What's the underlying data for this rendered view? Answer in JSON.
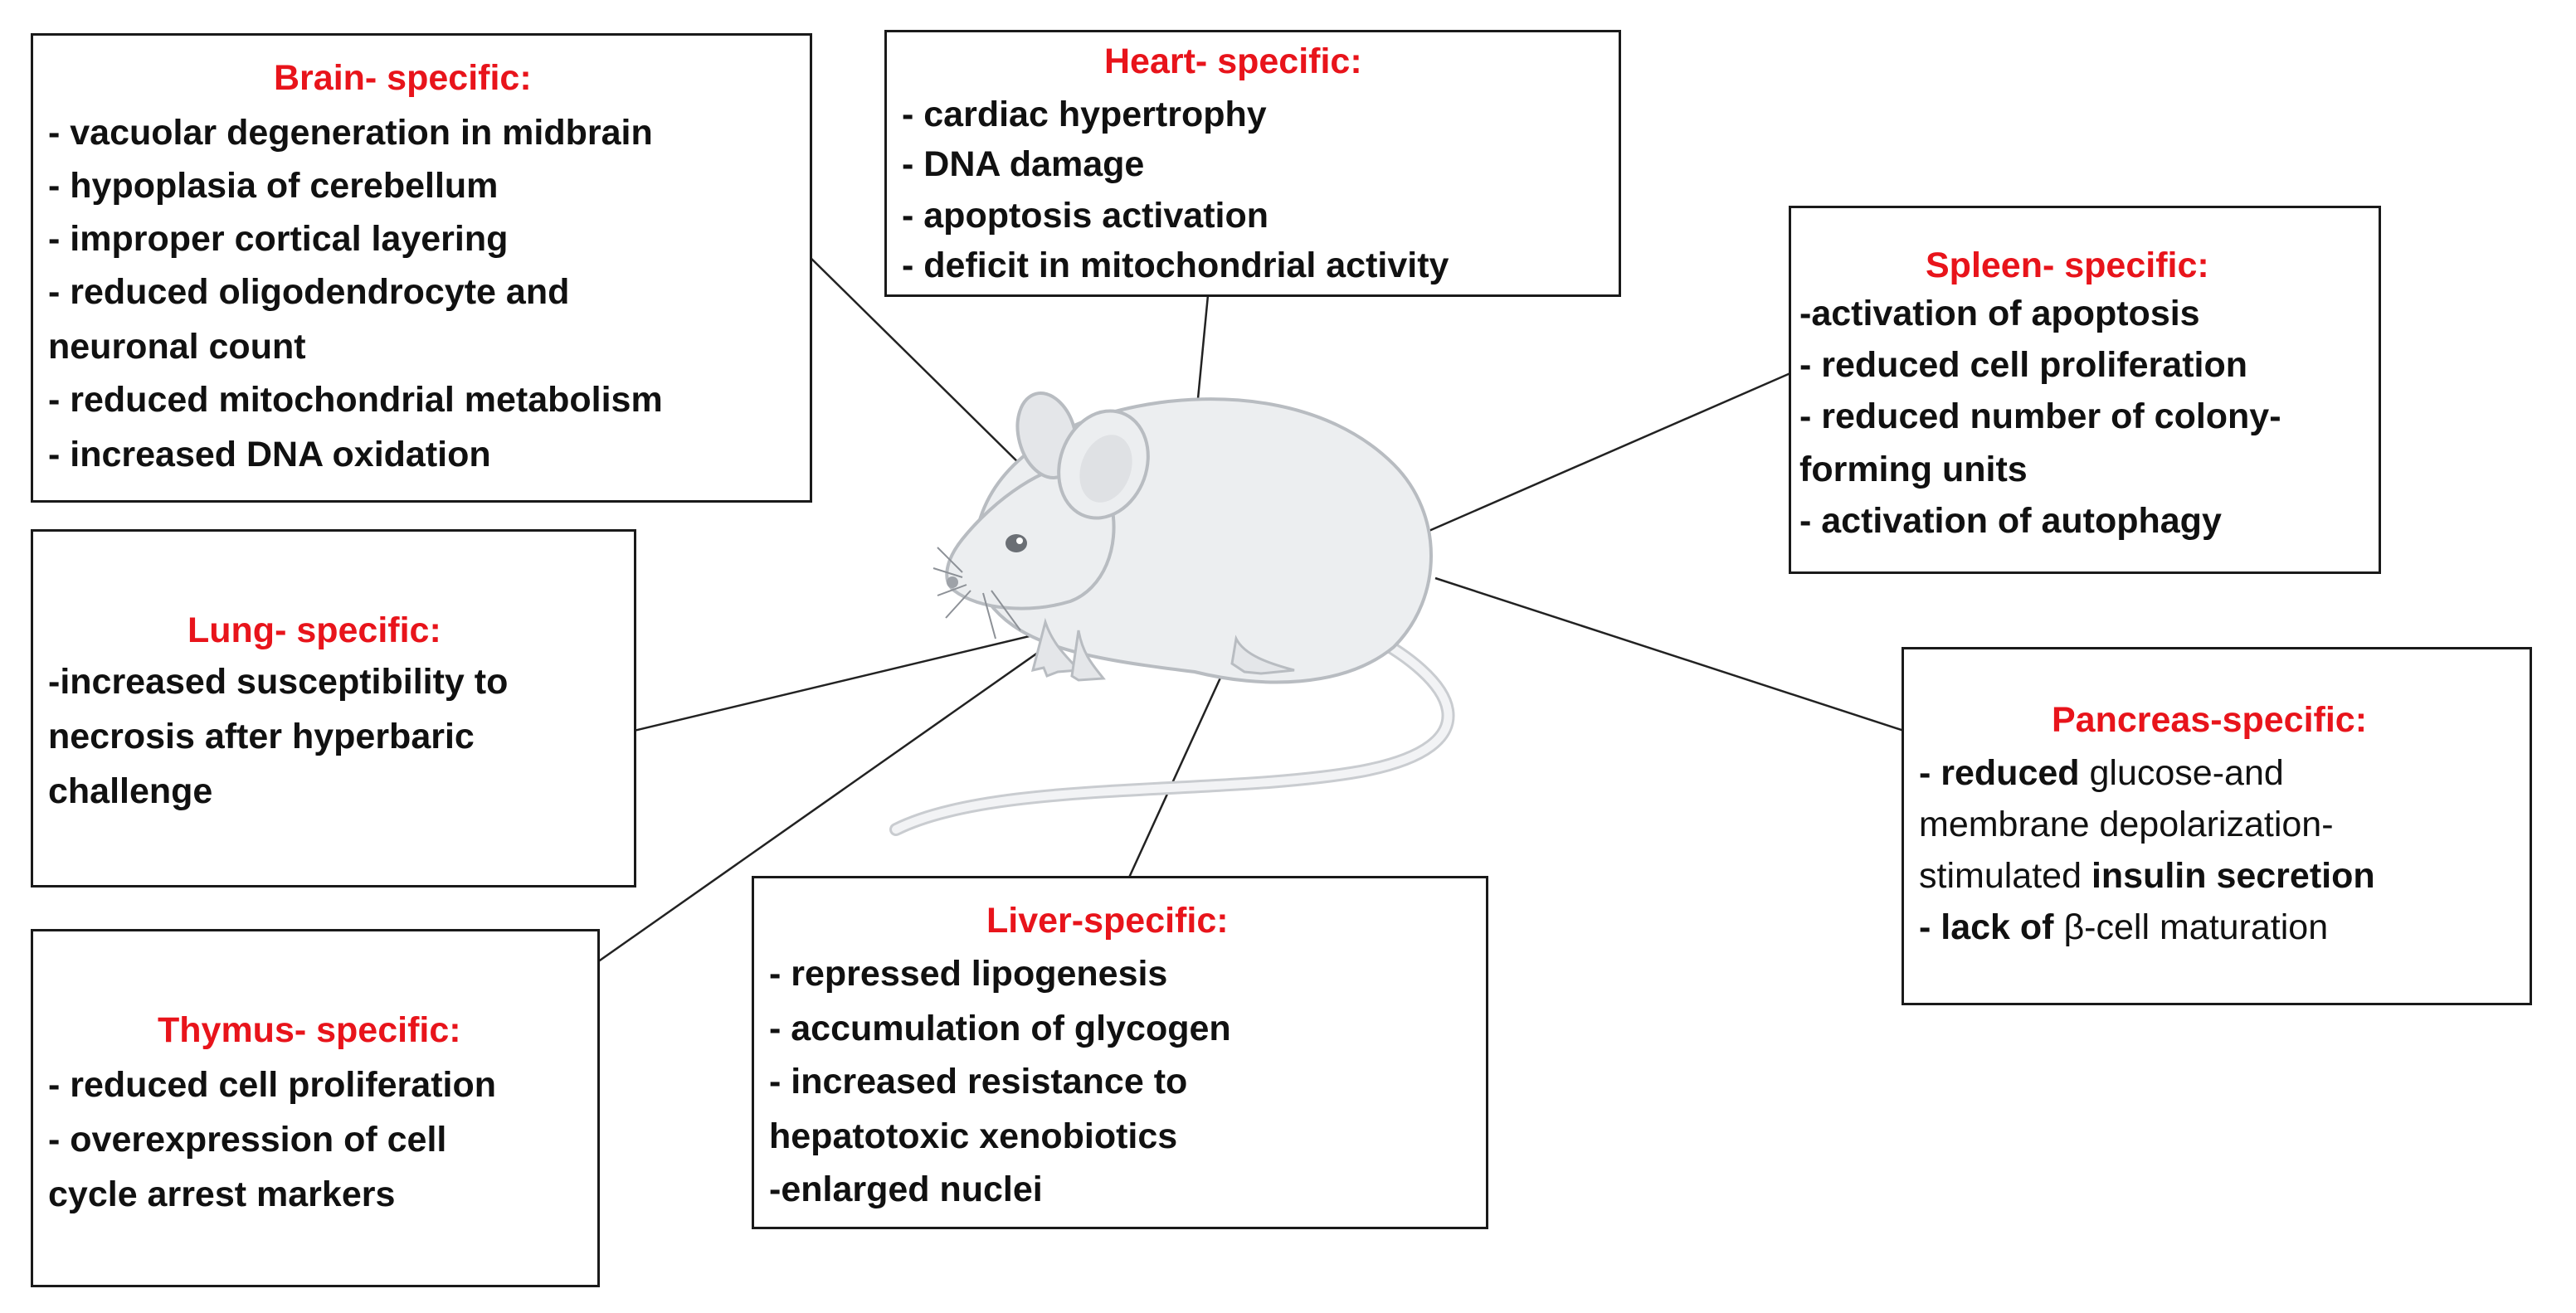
{
  "boxes": {
    "brain": {
      "title": "Brain- specific:",
      "lines": [
        "- vacuolar degeneration in midbrain",
        "- hypoplasia of cerebellum",
        "- improper cortical layering",
        "- reduced oligodendrocyte and",
        "neuronal count",
        "- reduced mitochondrial metabolism",
        "- increased DNA oxidation"
      ]
    },
    "heart": {
      "title": "Heart- specific:",
      "lines": [
        "- cardiac hypertrophy",
        "- DNA damage",
        "- apoptosis activation",
        "- deficit in mitochondrial activity"
      ]
    },
    "spleen": {
      "title": "Spleen- specific:",
      "lines": [
        "-activation of apoptosis",
        "- reduced cell proliferation",
        "- reduced number of colony-",
        "forming units",
        "- activation of autophagy"
      ]
    },
    "lung": {
      "title": "Lung- specific:",
      "lines": [
        "-increased susceptibility to",
        "necrosis after hyperbaric",
        "challenge"
      ]
    },
    "pancreas": {
      "title": "Pancreas-specific:",
      "line1_bold": "- reduced",
      "line1_rest": " glucose-and",
      "line2": "membrane depolarization-",
      "line3_normal": "stimulated ",
      "line3_bold": " insulin secretion",
      "line4_bold": "- lack of ",
      "line4_rest": "β-cell maturation"
    },
    "liver": {
      "title": "Liver-specific:",
      "lines": [
        "- repressed lipogenesis",
        "- accumulation of glycogen",
        "- increased resistance to",
        "hepatotoxic xenobiotics",
        "-enlarged nuclei"
      ]
    },
    "thymus": {
      "title": "Thymus- specific:",
      "lines": [
        "- reduced cell proliferation",
        "- overexpression of cell",
        "cycle arrest markers"
      ]
    }
  },
  "colors": {
    "title_red": "#e8141b",
    "text": "#111111",
    "border": "#1a1a1a",
    "mouse_body": "#eceef0",
    "mouse_shade": "#c9ccd0"
  }
}
